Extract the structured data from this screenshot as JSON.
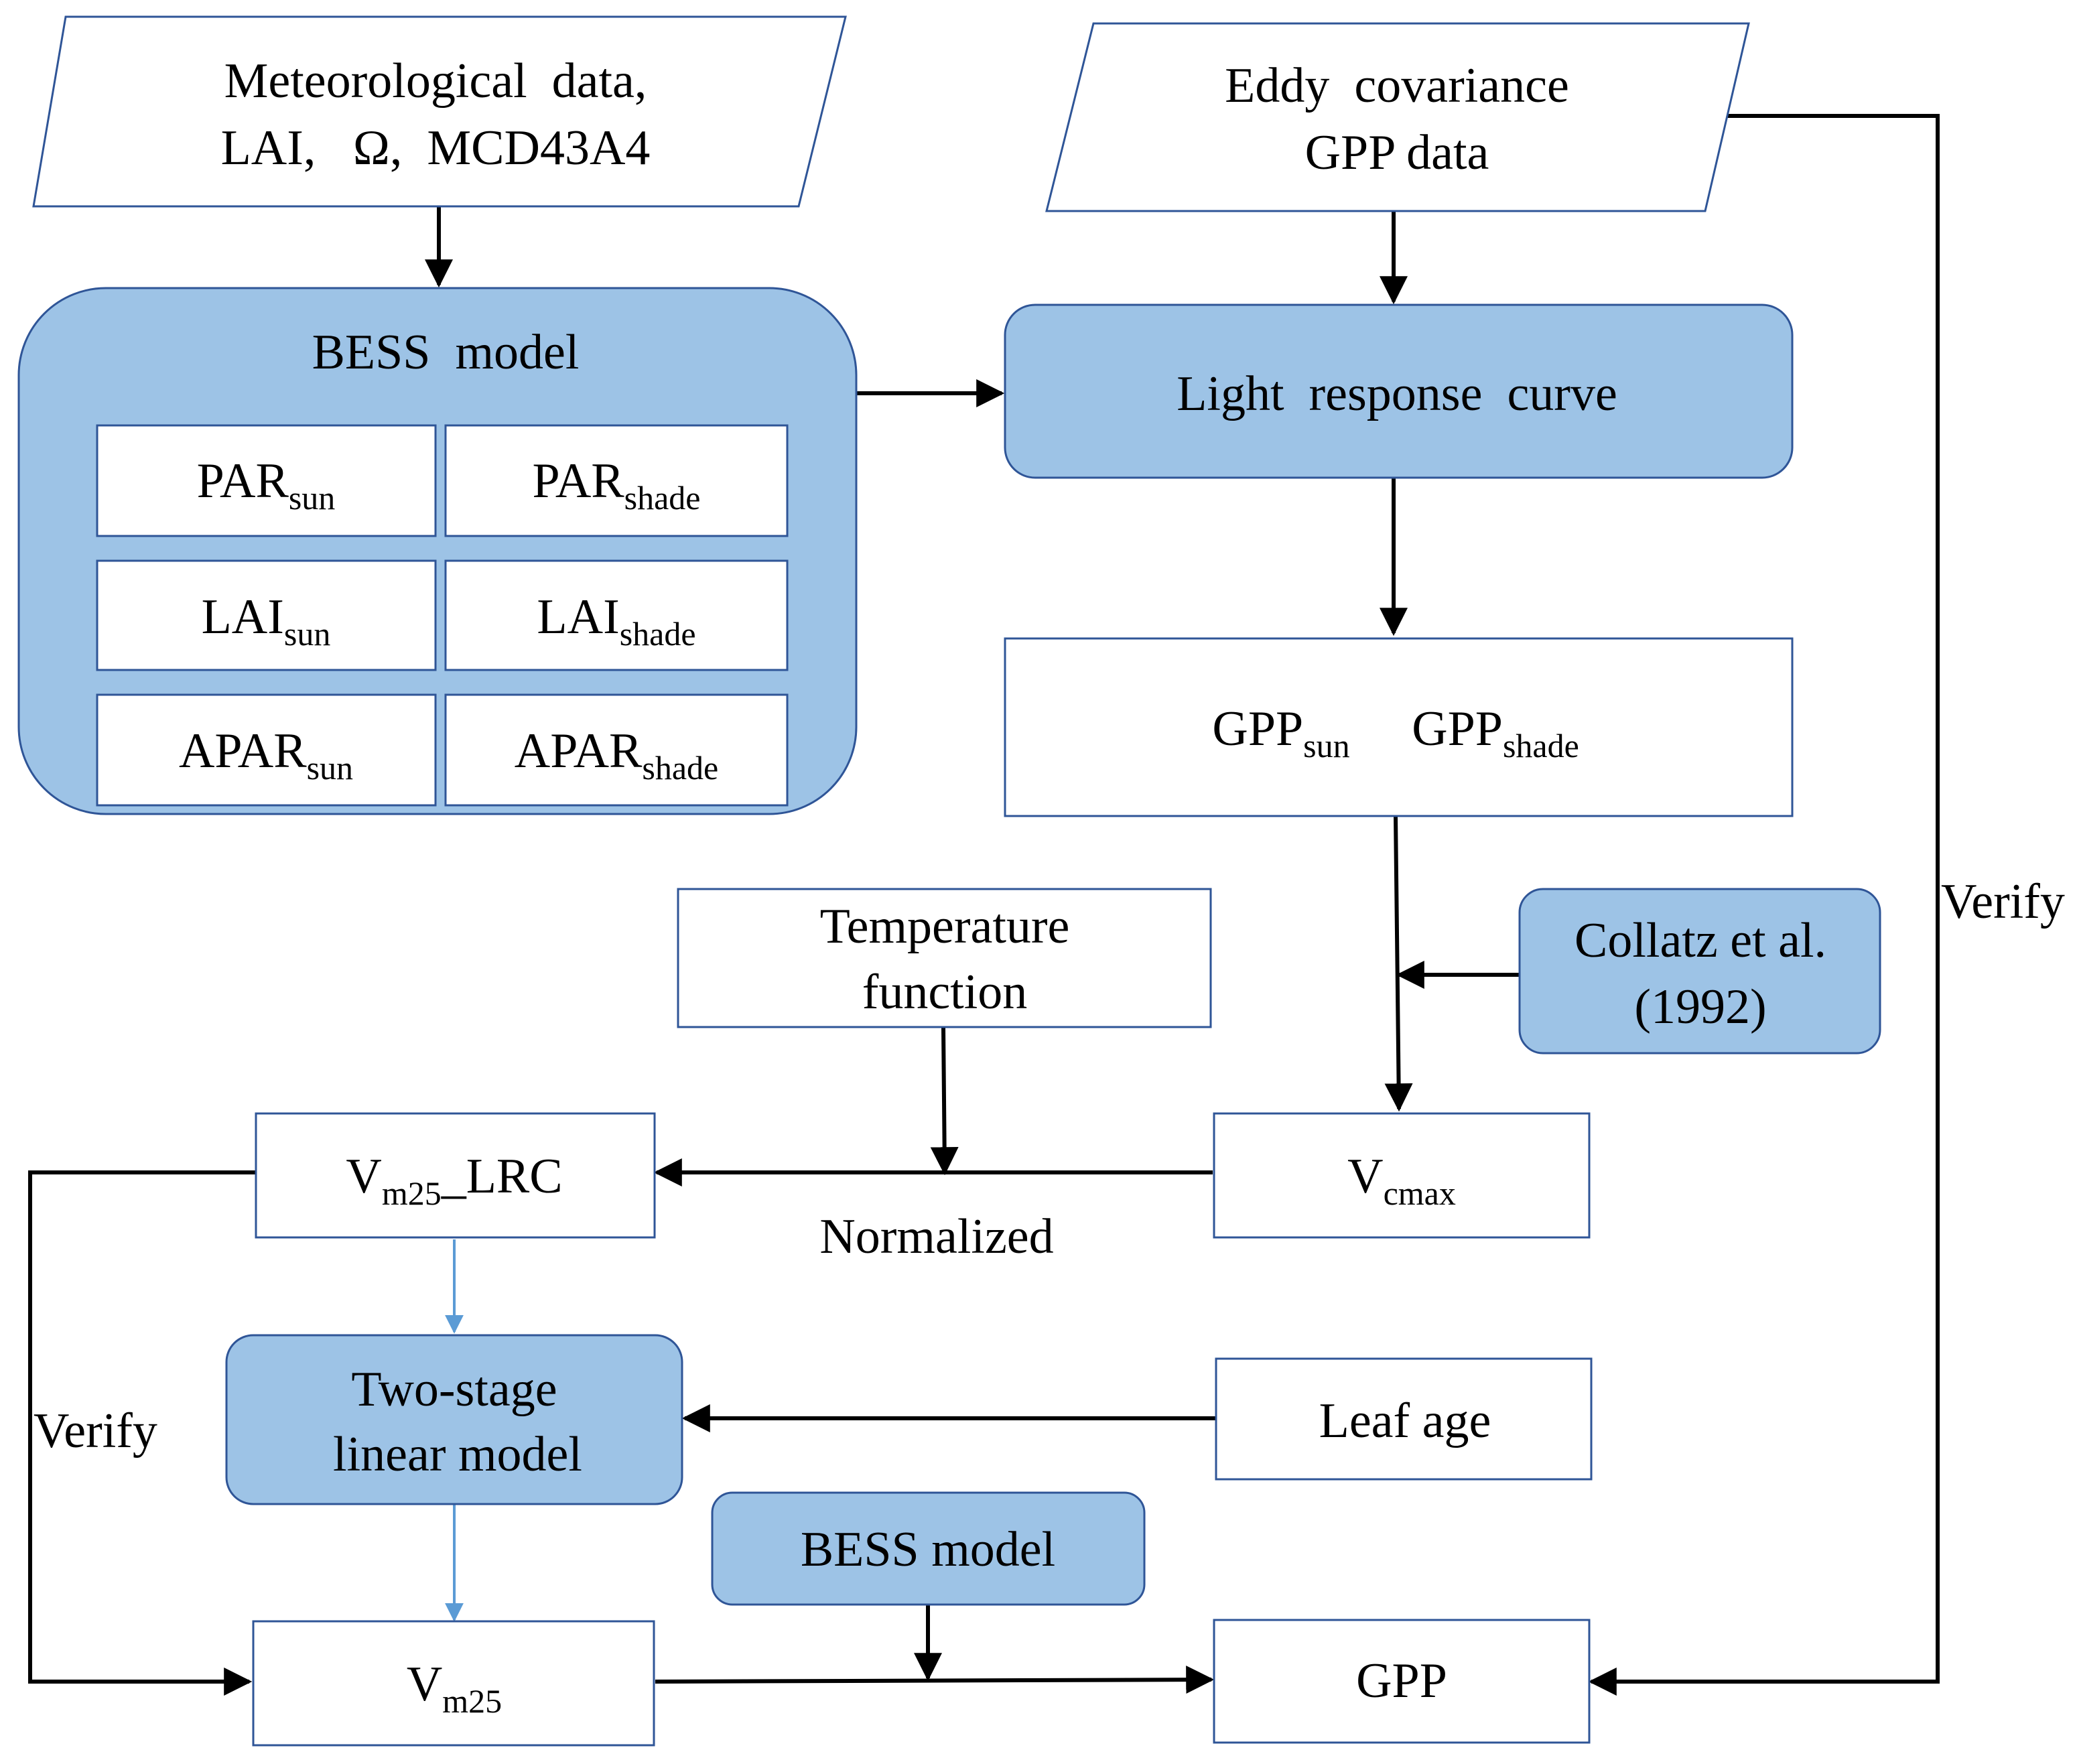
{
  "colors": {
    "fill_blue": "#9DC3E6",
    "stroke_blue": "#2F5597",
    "arrow_black": "#000000",
    "arrow_light_blue": "#5B9BD5"
  },
  "inputs": {
    "meteorological": {
      "line1": "Meteorological  data,",
      "line2": "LAI,   Ω,  MCD43A4"
    },
    "eddy": {
      "line1": "Eddy  covariance",
      "line2": "GPP data"
    }
  },
  "bess_top": {
    "title": "BESS  model",
    "cells": [
      {
        "main": "PAR",
        "sub": "sun"
      },
      {
        "main": "PAR",
        "sub": "shade"
      },
      {
        "main": "LAI",
        "sub": "sun"
      },
      {
        "main": "LAI",
        "sub": "shade"
      },
      {
        "main": "APAR",
        "sub": "sun"
      },
      {
        "main": "APAR",
        "sub": "shade"
      }
    ]
  },
  "light_response": {
    "label": "Light  response  curve"
  },
  "gpp_split": {
    "a_main": "GPP",
    "a_sub": "sun",
    "b_main": "GPP",
    "b_sub": "shade"
  },
  "temperature": {
    "line1": "Temperature",
    "line2": "function"
  },
  "collatz": {
    "line1": "Collatz et al.",
    "line2": "(1992)"
  },
  "vcmax": {
    "main": "V",
    "sub": "cmax"
  },
  "vm25_lrc": {
    "main": "V",
    "sub": "m25",
    "suffix": "_LRC"
  },
  "normalized": {
    "label": "Normalized"
  },
  "two_stage": {
    "line1": "Two-stage",
    "line2": "linear model"
  },
  "leaf_age": {
    "label": "Leaf age"
  },
  "bess_bottom": {
    "label": "BESS model"
  },
  "vm25": {
    "main": "V",
    "sub": "m25"
  },
  "gpp": {
    "label": "GPP"
  },
  "verify_left": {
    "label": "Verify"
  },
  "verify_right": {
    "label": "Verify"
  }
}
